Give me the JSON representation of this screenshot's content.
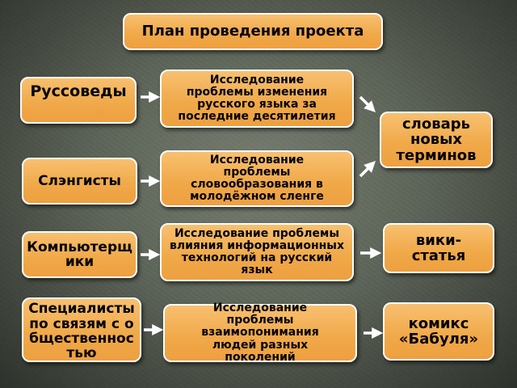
{
  "title": "План проведения проекта",
  "groups": {
    "g1": "Руссоведы",
    "g2": "Слэнгисты",
    "g3": "Компьютерщики",
    "g4": "Специалисты по связям с общественностью"
  },
  "research": {
    "r1": "Исследование проблемы изменения русского языка за последние десятилетия",
    "r2": "Исследование проблемы словообразования в молодёжном сленге",
    "r3": "Исследование проблемы влияния информационных технологий на русский язык",
    "r4": "Исследование проблемы взаимопонимания людей разных поколений"
  },
  "results": {
    "o1": "словарь новых терминов",
    "o2": "вики-статья",
    "o3": "комикс «Бабуля»"
  }
}
